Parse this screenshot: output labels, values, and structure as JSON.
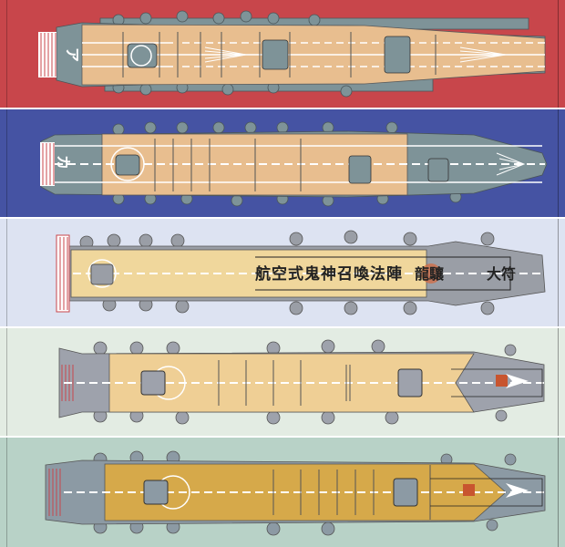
{
  "plates": [
    {
      "name": "plate-1",
      "bg": "#c8464b",
      "deck": "#e8be8f",
      "hull": "#7e9398",
      "marking": "ア"
    },
    {
      "name": "plate-2",
      "bg": "#4553a3",
      "deck": "#e8be8f",
      "hull": "#7e9398",
      "marking": "カ"
    },
    {
      "name": "plate-3",
      "bg": "#dde3f2",
      "deck": "#f0d79c",
      "hull": "#9a9ea6",
      "scroll_text": "航空式鬼神召喚法陣",
      "ship_name": "龍驤",
      "bow_text": "大符"
    },
    {
      "name": "plate-4",
      "bg": "#e3ece3",
      "deck": "#efcf95",
      "hull": "#9ea2ac"
    },
    {
      "name": "plate-5",
      "bg": "#b8d2c7",
      "deck": "#d6a94a",
      "hull": "#8c9aa4"
    }
  ]
}
